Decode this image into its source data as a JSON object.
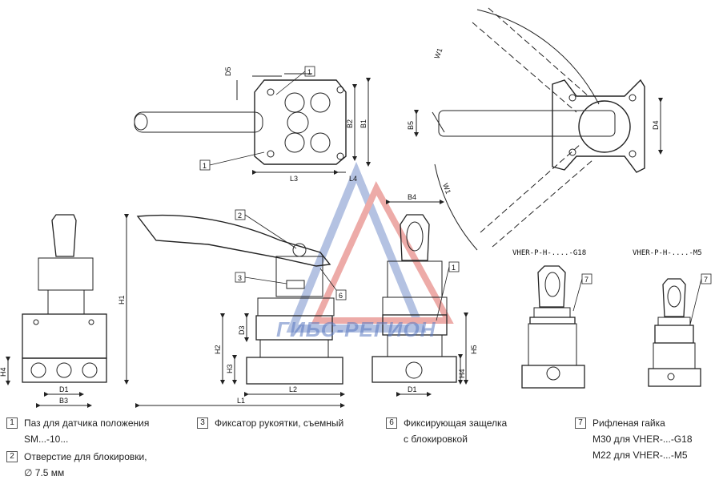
{
  "dimensions": {
    "top": [
      "D5",
      "B2",
      "B1",
      "L3",
      "L4"
    ],
    "rotation": [
      "W1",
      "W1",
      "B5",
      "D4"
    ],
    "front": [
      "H1",
      "H2",
      "H3",
      "D3",
      "L1",
      "L2"
    ],
    "left": [
      "H4",
      "D1",
      "B3"
    ],
    "side": [
      "B4",
      "H5",
      "H4",
      "D1"
    ]
  },
  "variants": {
    "g18": "VHER-P-H-....-G18",
    "m5": "VHER-P-H-....-M5"
  },
  "callouts": [
    "1",
    "2",
    "3",
    "6",
    "7"
  ],
  "legend": [
    {
      "num": "1",
      "lines": [
        "Паз для датчика положения",
        "SM...-10..."
      ]
    },
    {
      "num": "2",
      "lines": [
        "Отверстие для блокировки,",
        "∅ 7.5 мм"
      ]
    },
    {
      "num": "3",
      "lines": [
        "Фиксатор рукоятки, съемный"
      ]
    },
    {
      "num": "6",
      "lines": [
        "Фиксирующая защелка",
        "с блокировкой"
      ]
    },
    {
      "num": "7",
      "lines": [
        "Рифленая гайка",
        "M30 для VHER-...-G18",
        "M22 для VHER-...-M5"
      ]
    }
  ],
  "watermark": "ГИБС-РЕГИОН",
  "colors": {
    "line": "#222222",
    "watermark_red": "#d9473f",
    "watermark_blue": "#5a79c0"
  }
}
